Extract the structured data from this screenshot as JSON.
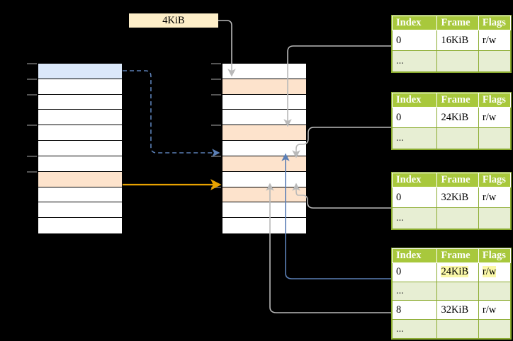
{
  "caption": {
    "label": "4KiB"
  },
  "colors": {
    "header_green": "#a8c83c",
    "row_alt_green": "#e7eed3",
    "highlight_yellow": "#fbf8a8",
    "selected_blue": "#dbe8fa",
    "selected_peach": "#fde3cc",
    "chip_cream": "#fdeec8",
    "arrow_grey": "#b9b9b9",
    "arrow_blue": "#5b7fb5",
    "arrow_orange": "#e8a200"
  },
  "virtual_column": {
    "name": "virtual-address-space",
    "row_count": 11,
    "rows": [
      {
        "fill": "blue"
      },
      {
        "fill": "none"
      },
      {
        "fill": "none"
      },
      {
        "fill": "none"
      },
      {
        "fill": "none"
      },
      {
        "fill": "none"
      },
      {
        "fill": "none"
      },
      {
        "fill": "peach"
      },
      {
        "fill": "none"
      },
      {
        "fill": "none"
      },
      {
        "fill": "none"
      }
    ],
    "ticks": [
      0,
      1,
      2,
      4,
      6,
      7
    ]
  },
  "physical_column": {
    "name": "physical-memory",
    "row_count": 11,
    "rows": [
      {
        "fill": "none"
      },
      {
        "fill": "peach"
      },
      {
        "fill": "none"
      },
      {
        "fill": "none"
      },
      {
        "fill": "peach"
      },
      {
        "fill": "none"
      },
      {
        "fill": "peach"
      },
      {
        "fill": "none"
      },
      {
        "fill": "peach"
      },
      {
        "fill": "none"
      },
      {
        "fill": "none"
      }
    ],
    "ticks": [
      0,
      1,
      2,
      4,
      6,
      8
    ]
  },
  "page_tables": [
    {
      "name": "page-table-1",
      "headers": [
        "Index",
        "Frame",
        "Flags"
      ],
      "rows": [
        {
          "cells": [
            "0",
            "16KiB",
            "r/w"
          ],
          "style": "normal",
          "highlight": []
        },
        {
          "cells": [
            "...",
            "",
            ""
          ],
          "style": "ellipsis",
          "highlight": []
        }
      ]
    },
    {
      "name": "page-table-2",
      "headers": [
        "Index",
        "Frame",
        "Flags"
      ],
      "rows": [
        {
          "cells": [
            "0",
            "24KiB",
            "r/w"
          ],
          "style": "normal",
          "highlight": []
        },
        {
          "cells": [
            "...",
            "",
            ""
          ],
          "style": "ellipsis",
          "highlight": []
        }
      ]
    },
    {
      "name": "page-table-3",
      "headers": [
        "Index",
        "Frame",
        "Flags"
      ],
      "rows": [
        {
          "cells": [
            "0",
            "32KiB",
            "r/w"
          ],
          "style": "normal",
          "highlight": []
        },
        {
          "cells": [
            "...",
            "",
            ""
          ],
          "style": "ellipsis",
          "highlight": []
        }
      ]
    },
    {
      "name": "page-table-4",
      "headers": [
        "Index",
        "Frame",
        "Flags"
      ],
      "rows": [
        {
          "cells": [
            "0",
            "24KiB",
            "r/w"
          ],
          "style": "normal",
          "highlight": [
            1,
            2
          ]
        },
        {
          "cells": [
            "...",
            "",
            ""
          ],
          "style": "ellipsis",
          "highlight": []
        },
        {
          "cells": [
            "8",
            "32KiB",
            "r/w"
          ],
          "style": "normal",
          "highlight": []
        },
        {
          "cells": [
            "...",
            "",
            ""
          ],
          "style": "ellipsis",
          "highlight": []
        }
      ]
    }
  ]
}
